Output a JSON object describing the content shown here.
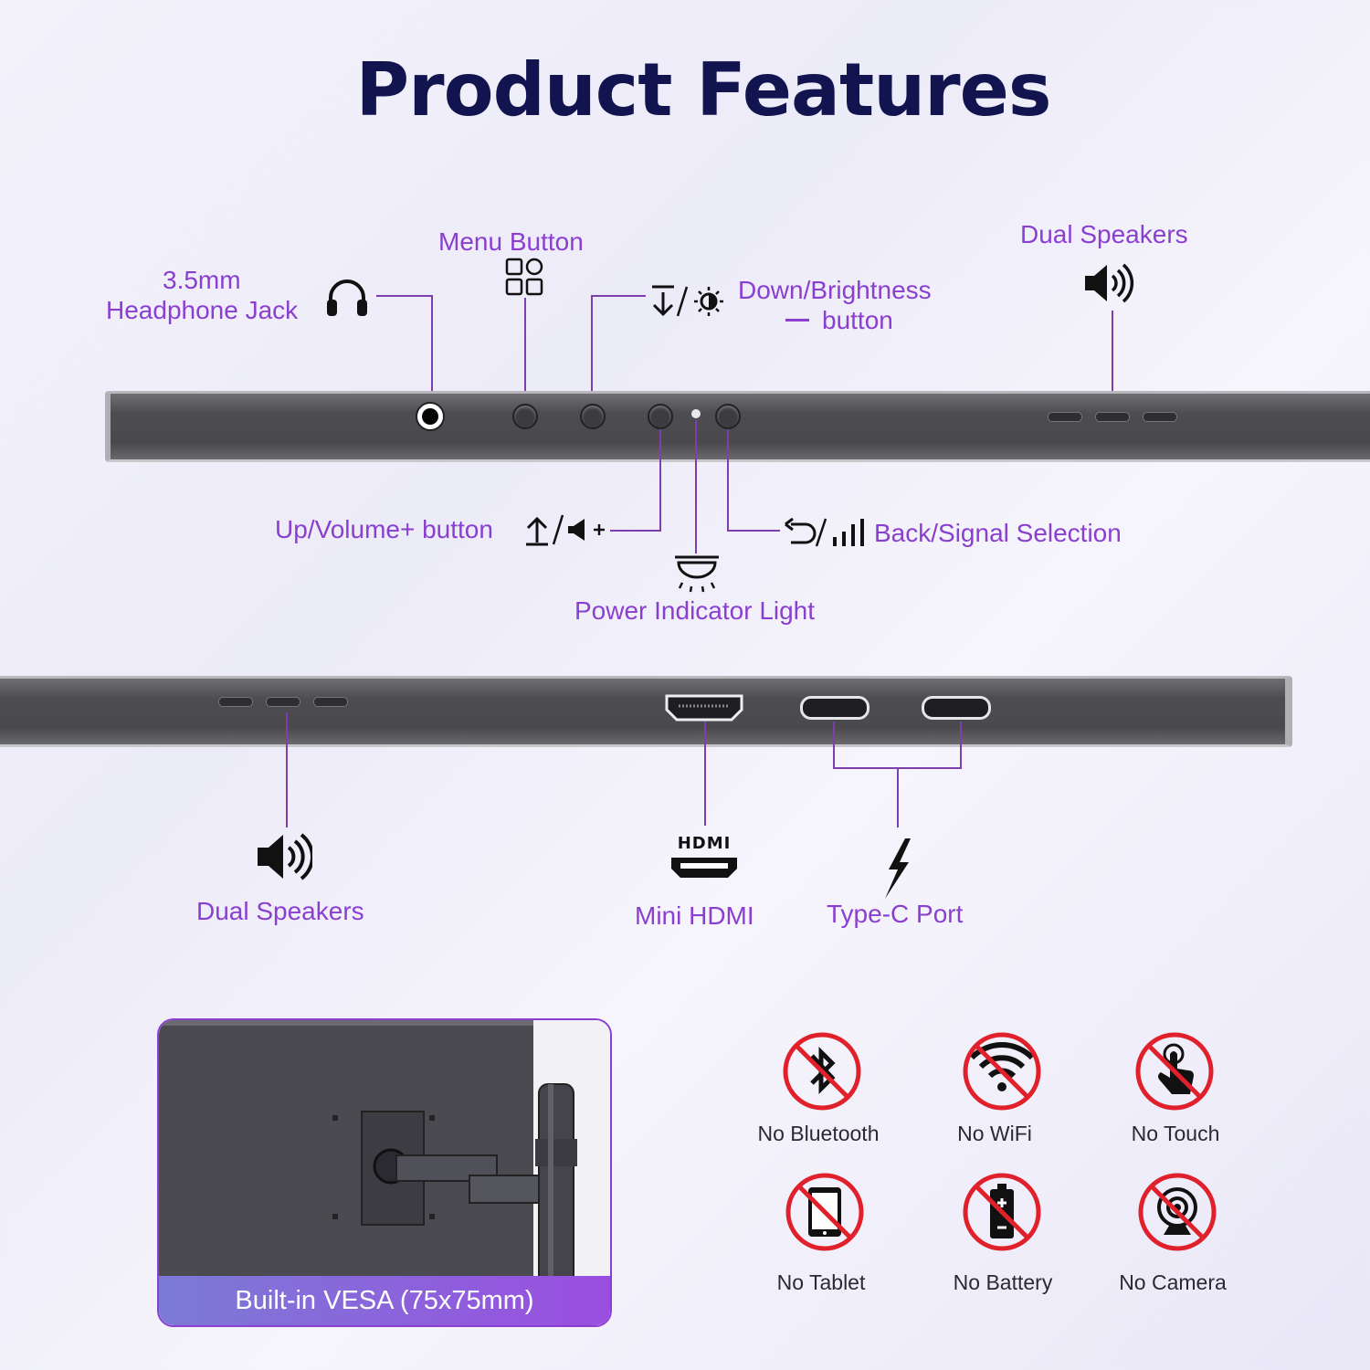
{
  "title": "Product Features",
  "labels": {
    "headphone": [
      "3.5mm",
      "Headphone Jack"
    ],
    "menu": "Menu Button",
    "down": [
      "Down/Brightness",
      "button"
    ],
    "dual_top": "Dual Speakers",
    "up": "Up/Volume+ button",
    "back": "Back/Signal Selection",
    "power": "Power Indicator Light",
    "dual_bottom": "Dual Speakers",
    "hdmi": "Mini HDMI",
    "typec": "Type-C Port",
    "hdmi_logo": "HDMI"
  },
  "vesa": "Built-in VESA (75x75mm)",
  "no_features": [
    "No Bluetooth",
    "No WiFi",
    "No Touch",
    "No Tablet",
    "No Battery",
    "No Camera"
  ],
  "colors": {
    "title": "#12144f",
    "label": "#8a3fd0",
    "prohibit": "#e0202a"
  }
}
